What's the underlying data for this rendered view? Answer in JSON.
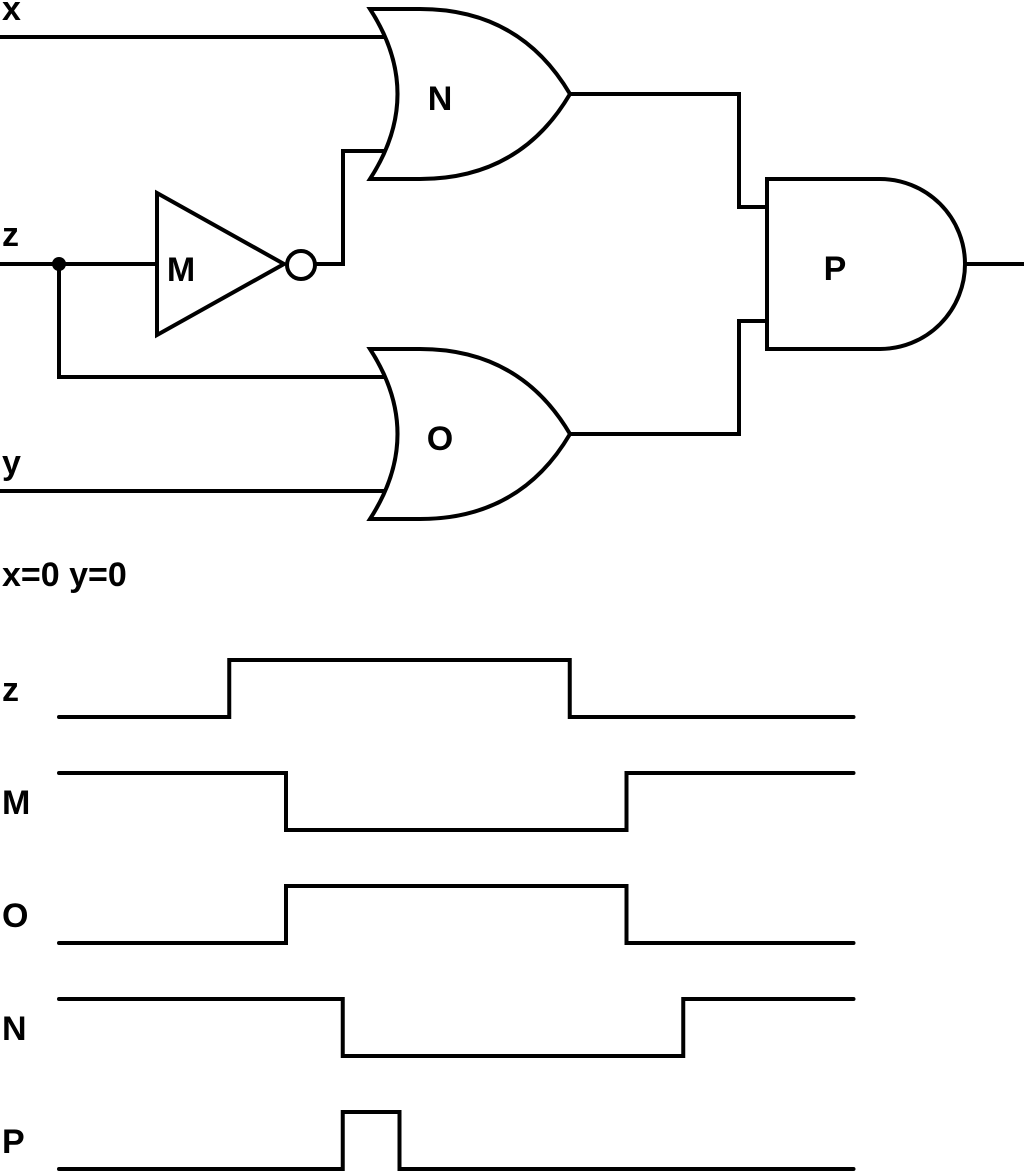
{
  "circuit": {
    "inputs": {
      "x": "x",
      "z": "z",
      "y": "y"
    },
    "gates": [
      {
        "id": "M",
        "type": "NOT",
        "label": "M"
      },
      {
        "id": "N",
        "type": "OR",
        "label": "N"
      },
      {
        "id": "O",
        "type": "OR",
        "label": "O"
      },
      {
        "id": "P",
        "type": "AND",
        "label": "P"
      }
    ]
  },
  "condition": "x=0 y=0",
  "timing": {
    "signals": [
      {
        "name": "z",
        "levels": [
          0,
          0,
          0,
          1,
          1,
          1,
          1,
          1,
          1,
          0,
          0,
          0,
          0,
          0
        ]
      },
      {
        "name": "M",
        "levels": [
          1,
          1,
          1,
          1,
          0,
          0,
          0,
          0,
          0,
          0,
          1,
          1,
          1,
          1
        ]
      },
      {
        "name": "O",
        "levels": [
          0,
          0,
          0,
          0,
          1,
          1,
          1,
          1,
          1,
          1,
          0,
          0,
          0,
          0
        ]
      },
      {
        "name": "N",
        "levels": [
          1,
          1,
          1,
          1,
          1,
          0,
          0,
          0,
          0,
          0,
          0,
          1,
          1,
          1
        ]
      },
      {
        "name": "P",
        "levels": [
          0,
          0,
          0,
          0,
          0,
          1,
          0,
          0,
          0,
          0,
          0,
          0,
          0,
          0
        ]
      }
    ]
  }
}
